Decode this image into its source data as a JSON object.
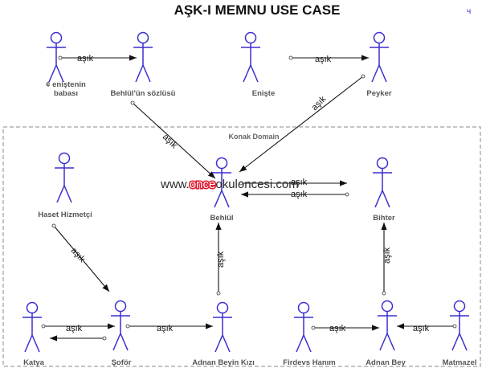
{
  "title": "AŞK-I MEMNU USE CASE",
  "corner_mark": "ч",
  "domain_label": "Konak Domain",
  "watermark": {
    "prefix": "www.",
    "brand": "once",
    "middle": "okuloncesi",
    "suffix": ".com"
  },
  "actors": [
    {
      "id": "enistenin-babasi",
      "label_lines": [
        "¢ eniştenin",
        "babası"
      ]
    },
    {
      "id": "behlul-sozlusu",
      "label_lines": [
        "Behlül'ün sözlüsü"
      ]
    },
    {
      "id": "eniste",
      "label_lines": [
        "Enişte"
      ]
    },
    {
      "id": "peyker",
      "label_lines": [
        "Peyker"
      ]
    },
    {
      "id": "haset-hizmetci",
      "label_lines": [
        "Haset Hizmetçi"
      ]
    },
    {
      "id": "behlul",
      "label_lines": [
        "Behlül"
      ]
    },
    {
      "id": "bihter",
      "label_lines": [
        "Bihter"
      ]
    },
    {
      "id": "katya",
      "label_lines": [
        "Katya"
      ]
    },
    {
      "id": "sofor",
      "label_lines": [
        "Şoför"
      ]
    },
    {
      "id": "adnan-beyin-kizi",
      "label_lines": [
        "Adnan Beyin Kızı"
      ]
    },
    {
      "id": "firdevs-hanim",
      "label_lines": [
        "Firdevs Hanım"
      ]
    },
    {
      "id": "adnan-bey",
      "label_lines": [
        "Adnan Bey"
      ]
    },
    {
      "id": "matmazel",
      "label_lines": [
        "Matmazel"
      ]
    }
  ],
  "relations": [
    {
      "from": "enistenin-babasi",
      "to": "behlul-sozlusu",
      "label": "aşık"
    },
    {
      "from": "eniste",
      "to": "peyker",
      "label": "aşık"
    },
    {
      "from": "peyker",
      "to": "behlul",
      "label": "aşık"
    },
    {
      "from": "behlul-sozlusu",
      "to": "behlul",
      "label": "aşık"
    },
    {
      "from": "behlul",
      "to": "bihter",
      "label": "aşık"
    },
    {
      "from": "bihter",
      "to": "behlul",
      "label": "aşık"
    },
    {
      "from": "haset-hizmetci",
      "to": "sofor",
      "label": "aşık"
    },
    {
      "from": "adnan-beyin-kizi",
      "to": "behlul",
      "label": "aşık"
    },
    {
      "from": "adnan-bey",
      "to": "bihter",
      "label": "aşık"
    },
    {
      "from": "katya",
      "to": "sofor",
      "label": "aşık"
    },
    {
      "from": "sofor",
      "to": "katya",
      "label": ""
    },
    {
      "from": "sofor",
      "to": "adnan-beyin-kizi",
      "label": "aşık"
    },
    {
      "from": "firdevs-hanim",
      "to": "adnan-bey",
      "label": "aşık"
    },
    {
      "from": "matmazel",
      "to": "adnan-bey",
      "label": "aşık"
    }
  ]
}
